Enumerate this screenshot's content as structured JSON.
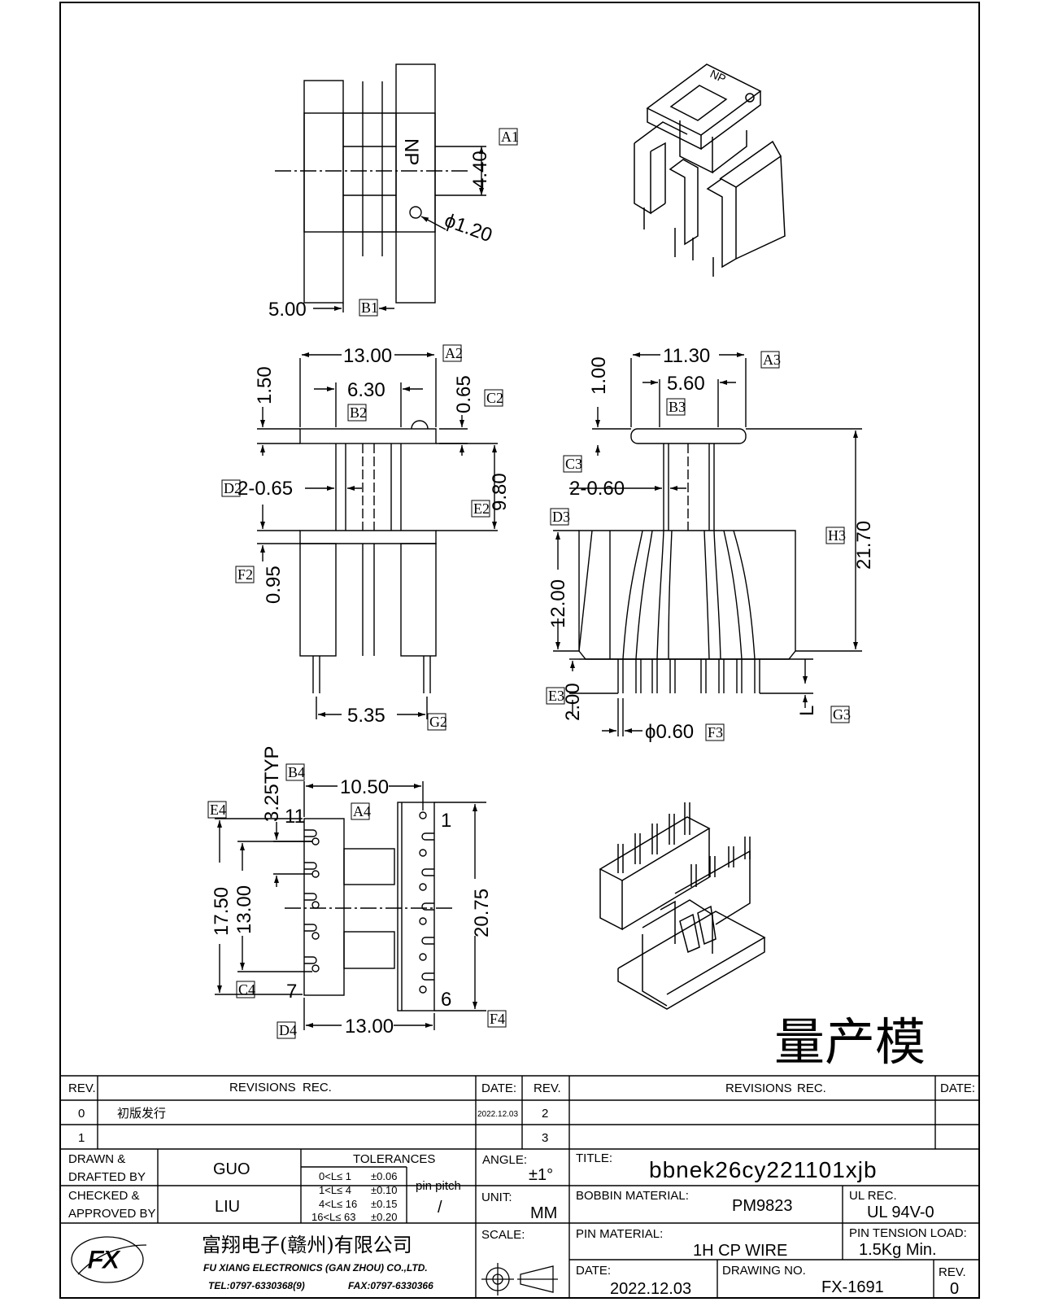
{
  "stamp": "量产模",
  "dimensions": {
    "a1": "4.40",
    "hole": "ϕ1.20",
    "b1": "5.00",
    "w13a": "13.00",
    "w630": "6.30",
    "h150": "1.50",
    "h065": "0.65",
    "d22": "2-0.65",
    "h980": "9.80",
    "h095": "0.95",
    "w535": "5.35",
    "w1130": "11.30",
    "w560": "5.60",
    "h100": "1.00",
    "d260": "2-0.60",
    "h2170": "21.70",
    "h1200": "12.00",
    "h200": "2.00",
    "pin": "ϕ0.60",
    "lpin": "L",
    "typ": "3.25TYP",
    "w1050": "10.50",
    "h1750": "17.50",
    "h1300": "13.00",
    "h2075": "20.75",
    "w13b": "13.00",
    "pin11": "11",
    "pin7": "7",
    "pin1": "1",
    "pin6": "6",
    "np": "NP"
  },
  "tags": {
    "A1": "A1",
    "B1": "B1",
    "A2": "A2",
    "B2": "B2",
    "C2": "C2",
    "D2": "D2",
    "E2": "E2",
    "F2": "F2",
    "G2": "G2",
    "A3": "A3",
    "B3": "B3",
    "C3": "C3",
    "D3": "D3",
    "E3": "E3",
    "F3": "F3",
    "G3": "G3",
    "H3": "H3",
    "A4": "A4",
    "B4": "B4",
    "C4": "C4",
    "D4": "D4",
    "E4": "E4",
    "F4": "F4"
  },
  "title_block": {
    "rev_header": "REV.",
    "revisions_header": "REVISIONS",
    "rec_header": "REC.",
    "date_header": "DATE:",
    "rev_rows": [
      {
        "rev": "0",
        "text": "初版发行",
        "date": "2022.12.03",
        "rev2": "2"
      },
      {
        "rev": "1",
        "text": "",
        "date": "",
        "rev2": "3"
      }
    ],
    "drawn_label_1": "DRAWN &",
    "drawn_label_2": "DRAFTED BY",
    "drawn_value": "GUO",
    "checked_label_1": "CHECKED &",
    "checked_label_2": "APPROVED BY",
    "checked_value": "LIU",
    "tolerances_label": "TOLERANCES",
    "tolerances": [
      {
        "range": "0<L≤ 1",
        "tol": "±0.06"
      },
      {
        "range": "1<L≤ 4",
        "tol": "±0.10"
      },
      {
        "range": "4<L≤ 16",
        "tol": "±0.15"
      },
      {
        "range": "16<L≤ 63",
        "tol": "±0.20"
      }
    ],
    "pin_pitch_label": "pin pitch",
    "pin_pitch_value": "/",
    "angle_label": "ANGLE:",
    "angle_value": "±1°",
    "unit_label": "UNIT:",
    "unit_value": "MM",
    "scale_label": "SCALE:",
    "title_label": "TITLE:",
    "title_value": "bbnek26cy221101xjb",
    "bobbin_label": "BOBBIN MATERIAL:",
    "bobbin_value": "PM9823",
    "ul_label": "UL REC.",
    "ul_value": "UL 94V-0",
    "pin_material_label": "PIN MATERIAL:",
    "pin_material_value": "1H CP WIRE",
    "tension_label": "PIN TENSION LOAD:",
    "tension_value": "1.5Kg Min.",
    "date_label": "DATE:",
    "date_value": "2022.12.03",
    "drawing_no_label": "DRAWING NO.",
    "drawing_no_value": "FX-1691",
    "rev_label": "REV.",
    "rev_value": "0",
    "company_cn": "富翔电子(赣州)有限公司",
    "company_en": "FU XIANG ELECTRONICS (GAN ZHOU) CO.,LTD.",
    "tel": "TEL:0797-6330368(9)",
    "fax": "FAX:0797-6330366",
    "logo_text": "FX"
  }
}
